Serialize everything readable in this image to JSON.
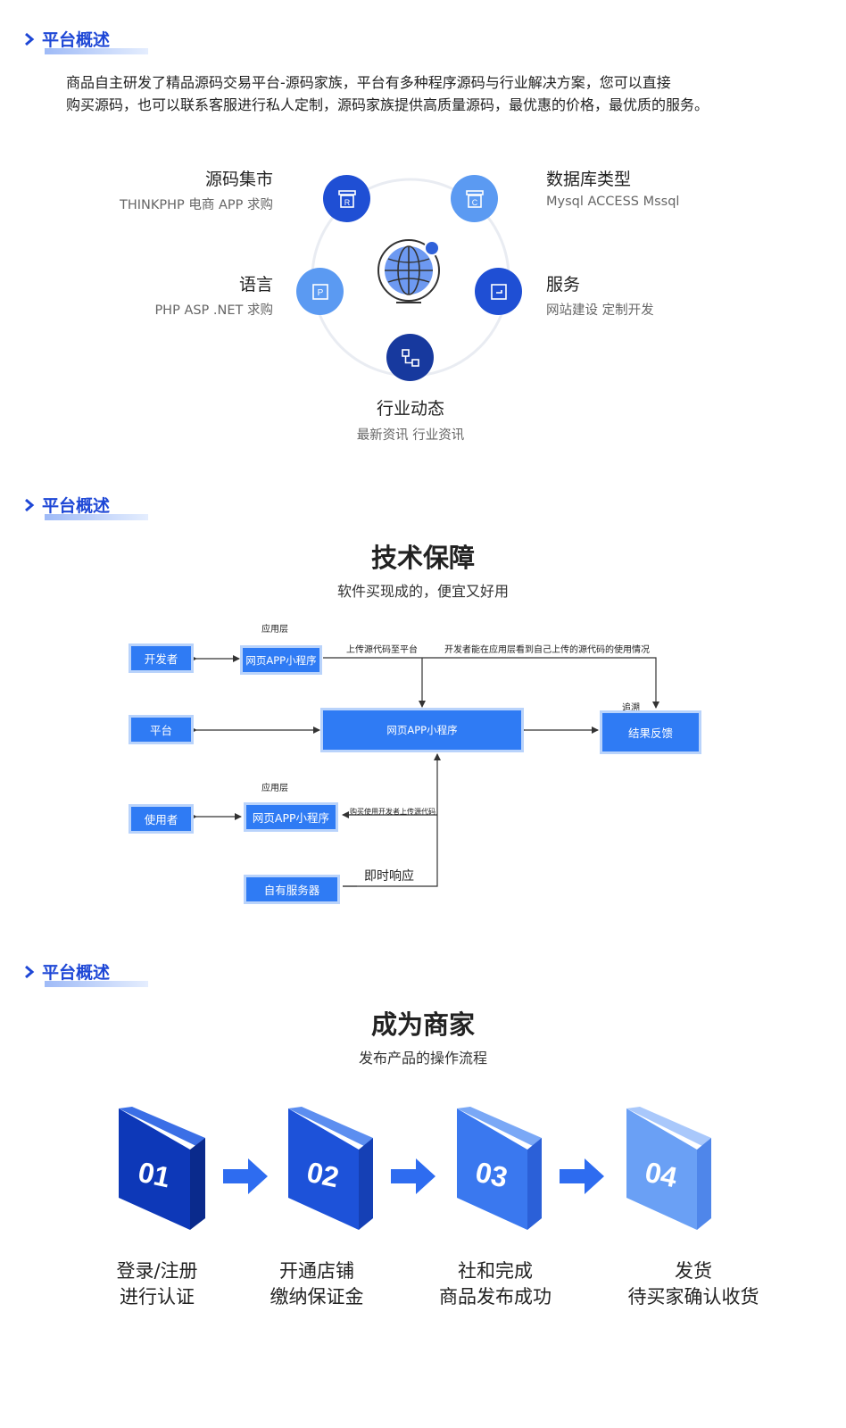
{
  "section_headers": [
    "平台概述",
    "平台概述",
    "平台概述"
  ],
  "intro": {
    "line1": "商品自主研发了精品源码交易平台-源码家族，平台有多种程序源码与行业解决方案，您可以直接",
    "line2": "购买源码，也可以联系客服进行私人定制，源码家族提供高质量源码，最优惠的价格，最优质的服务。"
  },
  "features": [
    {
      "title": "源码集市",
      "sub": "THINKPHP 电商 APP 求购",
      "icon_letter": "R",
      "color": "#1f4fd4"
    },
    {
      "title": "数据库类型",
      "sub": "Mysql ACCESS Mssql",
      "icon_letter": "C",
      "color": "#5b9af2"
    },
    {
      "title": "语言",
      "sub": "PHP ASP .NET 求购",
      "icon_letter": "P",
      "color": "#5b9af2"
    },
    {
      "title": "服务",
      "sub": "网站建设 定制开发",
      "icon_letter": "",
      "color": "#1f4fd4"
    },
    {
      "title": "行业动态",
      "sub": "最新资讯 行业资讯",
      "icon_letter": "",
      "color": "#17399e"
    }
  ],
  "tech": {
    "title": "技术保障",
    "subtitle": "软件买现成的，便宜又好用",
    "boxes": {
      "developer": "开发者",
      "mini_top": "网页APP小程序",
      "platform": "平台",
      "main": "网页APP小程序",
      "result": "结果反馈",
      "user": "使用者",
      "mini_bottom": "网页APP小程序",
      "server": "自有服务器"
    },
    "labels": {
      "app_layer_top": "应用层",
      "upload": "上传源代码至平台",
      "dev_see": "开发者能在应用层看到自己上传的源代码的使用情况",
      "trace": "追溯",
      "app_layer_bottom": "应用层",
      "buy_use": "购买使用开发者上传源代码",
      "instant": "即时响应"
    }
  },
  "merchant": {
    "title": "成为商家",
    "subtitle": "发布产品的操作流程",
    "steps": [
      {
        "num": "01",
        "line1": "登录/注册",
        "line2": "进行认证"
      },
      {
        "num": "02",
        "line1": "开通店铺",
        "line2": "缴纳保证金"
      },
      {
        "num": "03",
        "line1": "社和完成",
        "line2": "商品发布成功"
      },
      {
        "num": "04",
        "line1": "发货",
        "line2": "待买家确认收货"
      }
    ]
  }
}
